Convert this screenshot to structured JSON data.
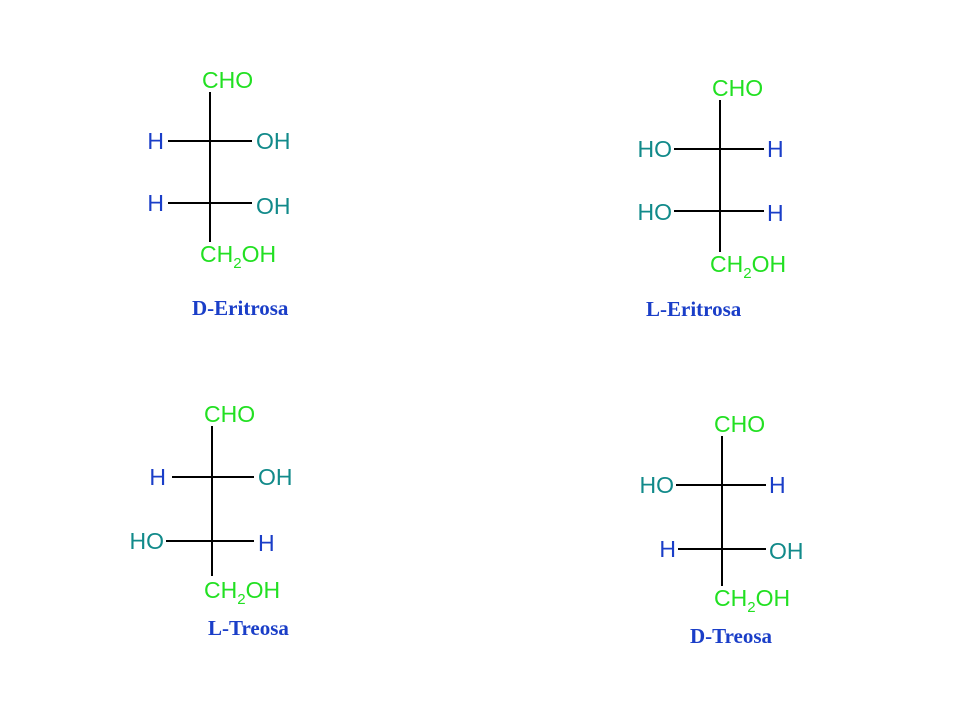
{
  "colors": {
    "carbon_group": "#22e022",
    "hydroxyl": "#118a8a",
    "hydrogen": "#1a3ec8",
    "name": "#1a3ec8",
    "bond": "#000000"
  },
  "molecules": [
    {
      "name": "D-Eritrosa",
      "top": "CHO",
      "row1": {
        "left": "H",
        "right": "OH"
      },
      "row2": {
        "left": "H",
        "right": "OH"
      },
      "bottom": {
        "pre": "CH",
        "sub": "2",
        "post": "OH"
      }
    },
    {
      "name": "L-Eritrosa",
      "top": "CHO",
      "row1": {
        "left": "HO",
        "right": "H"
      },
      "row2": {
        "left": "HO",
        "right": "H"
      },
      "bottom": {
        "pre": "CH",
        "sub": "2",
        "post": "OH"
      }
    },
    {
      "name": "L-Treosa",
      "top": "CHO",
      "row1": {
        "left": "H",
        "right": "OH"
      },
      "row2": {
        "left": "HO",
        "right": "H"
      },
      "bottom": {
        "pre": "CH",
        "sub": "2",
        "post": "OH"
      }
    },
    {
      "name": "D-Treosa",
      "top": "CHO",
      "row1": {
        "left": "HO",
        "right": "H"
      },
      "row2": {
        "left": "H",
        "right": "OH"
      },
      "bottom": {
        "pre": "CH",
        "sub": "2",
        "post": "OH"
      }
    }
  ]
}
